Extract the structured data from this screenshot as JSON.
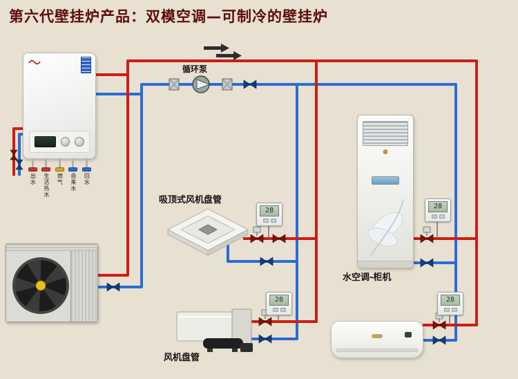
{
  "colors": {
    "background": "#e8e0d0",
    "title": "#5a0c0c",
    "hot_pipe": "#ce1d12",
    "cold_pipe": "#2a6cd5",
    "valve_hot": "#801109",
    "valve_cold": "#123e7c"
  },
  "title": "第六代壁挂炉产品：双模空调—可制冷的壁挂炉",
  "labels": {
    "pump": "循环泵",
    "cassette_unit": "吸顶式风机盘管",
    "ducted_unit": "风机盘管",
    "cabinet_unit": "水空调-柜机"
  },
  "boiler": {
    "ports": [
      "出水",
      "生活热水",
      "燃气",
      "自来水",
      "回水"
    ]
  },
  "thermostats": {
    "cassette": {
      "value": "28"
    },
    "ducted": {
      "value": "28"
    },
    "cabinet": {
      "value": "28"
    },
    "wall": {
      "value": "28"
    }
  }
}
